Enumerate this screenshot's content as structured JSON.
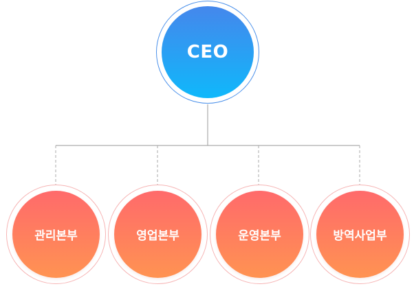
{
  "org_chart": {
    "root": {
      "label": "CEO"
    },
    "departments": [
      {
        "label": "관리본부"
      },
      {
        "label": "영업본부"
      },
      {
        "label": "운영본부"
      },
      {
        "label": "방역사업부"
      }
    ]
  },
  "colors": {
    "ceo_gradient_top": "#4587ec",
    "ceo_gradient_bottom": "#0fb8fb",
    "ceo_ring": "#4a90ea",
    "dept_gradient_top": "#ff6a6b",
    "dept_gradient_bottom": "#ff9352",
    "dept_ring": "#f6b3b3",
    "connector": "#999999"
  }
}
